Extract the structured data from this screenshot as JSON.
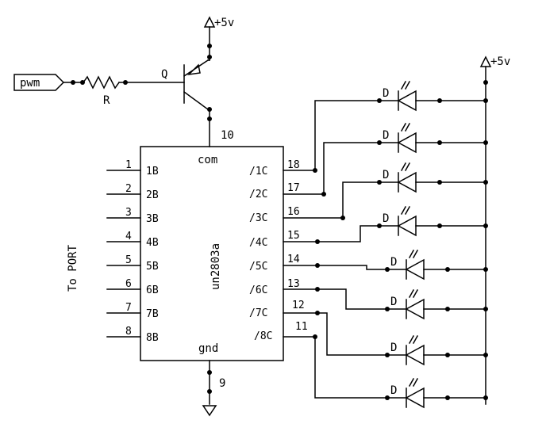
{
  "schematic": {
    "pwm_label": "pwm",
    "resistor_label": "R",
    "transistor_label": "Q",
    "supply_label": "+5v",
    "supply_label_right": "+5v",
    "diode_label": "D",
    "port_label": "To PORT",
    "chip": {
      "name": "un2803a",
      "com_label": "com",
      "gnd_label": "gnd",
      "com_pin": "10",
      "gnd_pin": "9",
      "inputs": [
        {
          "num": "1",
          "label": "1B"
        },
        {
          "num": "2",
          "label": "2B"
        },
        {
          "num": "3",
          "label": "3B"
        },
        {
          "num": "4",
          "label": "4B"
        },
        {
          "num": "5",
          "label": "5B"
        },
        {
          "num": "6",
          "label": "6B"
        },
        {
          "num": "7",
          "label": "7B"
        },
        {
          "num": "8",
          "label": "8B"
        }
      ],
      "outputs": [
        {
          "num": "18",
          "label": "/1C"
        },
        {
          "num": "17",
          "label": "/2C"
        },
        {
          "num": "16",
          "label": "/3C"
        },
        {
          "num": "15",
          "label": "/4C"
        },
        {
          "num": "14",
          "label": "/5C"
        },
        {
          "num": "13",
          "label": "/6C"
        },
        {
          "num": "12",
          "label": "/7C"
        },
        {
          "num": "11",
          "label": "/8C"
        }
      ]
    }
  }
}
